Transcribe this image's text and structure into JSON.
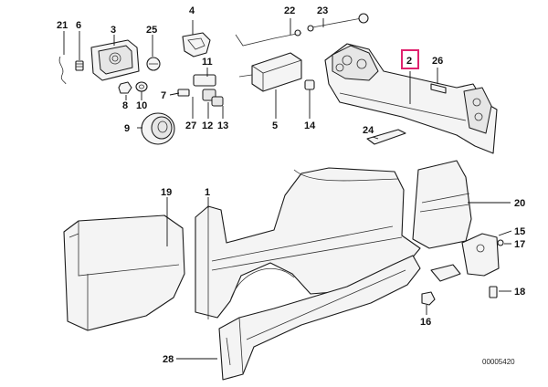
{
  "labels": {
    "p21": "21",
    "p6": "6",
    "p3": "3",
    "p25": "25",
    "p4": "4",
    "p22": "22",
    "p23": "23",
    "p11": "11",
    "p7": "7",
    "p8": "8",
    "p10": "10",
    "p9": "9",
    "p27": "27",
    "p12": "12",
    "p13": "13",
    "p5": "5",
    "p14": "14",
    "p2": "2",
    "p26": "26",
    "p24": "24",
    "p19": "19",
    "p1": "1",
    "p20": "20",
    "p15": "15",
    "p17": "17",
    "p18": "18",
    "p16": "16",
    "p28": "28"
  },
  "highlighted_part": "2",
  "highlight_color": "#e0226e",
  "reference_number": "00005420"
}
